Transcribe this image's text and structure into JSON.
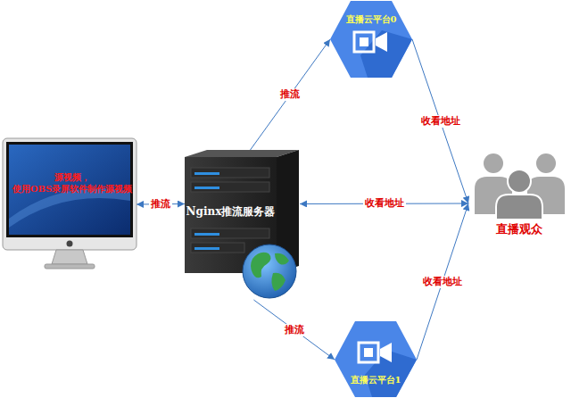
{
  "diagram": {
    "nodes": [
      {
        "text": [
          "直播云平台0"
        ]
      },
      {
        "text": [
          "源视频， 使用OBS录屏软件制作源视频"
        ]
      },
      {
        "text": [
          "Nginx推流服务器"
        ]
      },
      {
        "text": [
          "直播观众"
        ]
      },
      {
        "text": [
          "直播云平台1"
        ]
      }
    ],
    "edges": [
      {
        "from": 1,
        "to": 2,
        "label": "推流",
        "arrow": "both"
      },
      {
        "from": 2,
        "to": 0,
        "label": "推流",
        "arrow": "to"
      },
      {
        "from": 2,
        "to": 4,
        "label": "推流",
        "arrow": "to"
      },
      {
        "from": 0,
        "to": 3,
        "label": "收看地址",
        "arrow": "to"
      },
      {
        "from": 2,
        "to": 3,
        "label": "收看地址",
        "arrow": "both"
      },
      {
        "from": 4,
        "to": 3,
        "label": "收看地址",
        "arrow": "to"
      }
    ]
  }
}
